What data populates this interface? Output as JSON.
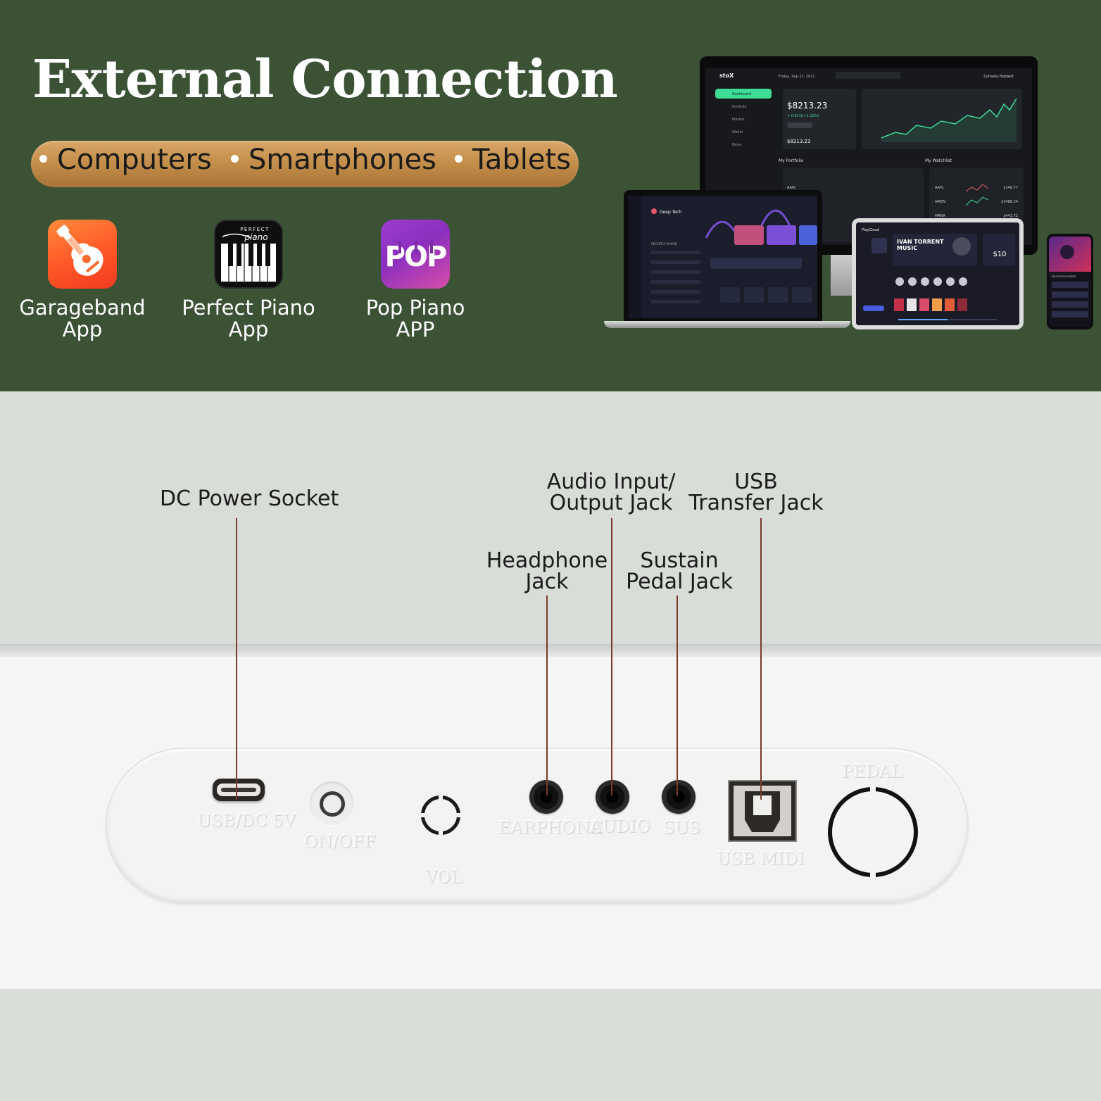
{
  "header": {
    "title": "External Connection",
    "devices": [
      "Computers",
      "Smartphones",
      "Tablets"
    ]
  },
  "apps": [
    {
      "line1": "Garageband",
      "line2": "App",
      "icon": "guitar-icon"
    },
    {
      "line1": "Perfect Piano",
      "line2": "App",
      "icon": "piano-keys-icon"
    },
    {
      "line1": "Pop Piano",
      "line2": "APP",
      "icon": "pop-logo-icon"
    }
  ],
  "perfect_piano_logo": {
    "top": "PERFECT",
    "bottom": "piano"
  },
  "pop_logo": "POP",
  "monitor_ui": {
    "brand": "stoX",
    "date": "Friday, Sep 17, 2021",
    "user": "Cornelia Hubbert",
    "nav": [
      "Dashboard",
      "Portfolio",
      "Market",
      "Wallet",
      "News"
    ],
    "balance": "$8213.23",
    "balance_change": "+ 0.61%(+1.32%)",
    "balance2": "$8213.23",
    "section1": "My Portfolio",
    "section2": "My Watchlist",
    "tickers": [
      "AAPL",
      "AMZN",
      "MRNA"
    ],
    "prices": [
      "$148.77",
      "$3488.24",
      "$443.72"
    ]
  },
  "laptop_ui": {
    "title": "Deep Tech",
    "subtitle": "RECENTLY PLAYED"
  },
  "tablet_ui": {
    "brand": "PlayCloud",
    "artist_line1": "IVAN TORRENT",
    "artist_line2": "MUSIC",
    "price": "$10"
  },
  "phone_ui": {
    "label": "Recommended"
  },
  "callouts": {
    "dc": "DC Power Socket",
    "audio_l1": "Audio Input/",
    "audio_l2": "Output Jack",
    "usb_l1": "USB",
    "usb_l2": "Transfer Jack",
    "headphone_l1": "Headphone",
    "headphone_l2": "Jack",
    "sustain_l1": "Sustain",
    "sustain_l2": "Pedal Jack"
  },
  "panel_labels": {
    "usb_dc": "USB/DC 5V",
    "on_off": "ON/OFF",
    "vol": "VOL",
    "earphone": "EARPHONE",
    "audio": "AUDIO",
    "sus": "SUS",
    "usb_midi": "USB MIDI",
    "pedal": "PEDAL"
  },
  "colors": {
    "header_bg": "#3b5235",
    "pill": "#c08a47",
    "leader": "#7a3b2c",
    "panel": "#f4f5f4"
  }
}
